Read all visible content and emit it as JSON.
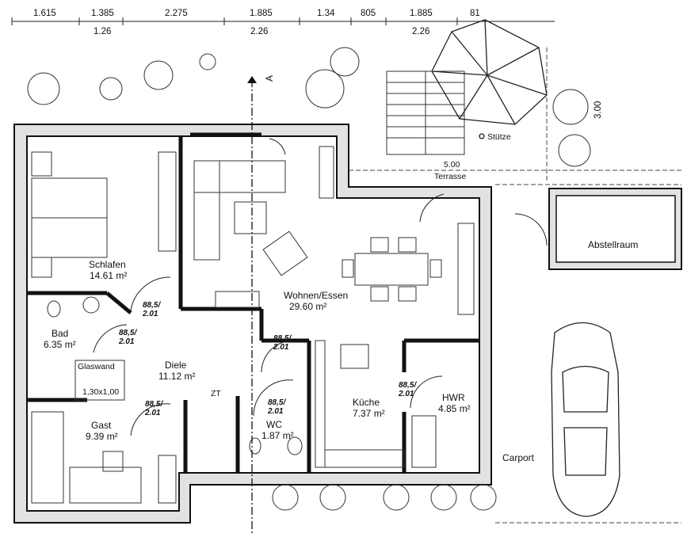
{
  "dimensions": {
    "top": [
      "1.615",
      "1.385",
      "2.275",
      "1.885",
      "1.34",
      "805",
      "1.885",
      "81"
    ],
    "second": [
      "1.26",
      "2.26",
      "2.26"
    ],
    "right_vertical": "3.00",
    "terrace_width": "5.00"
  },
  "section_marker": "A",
  "rooms": {
    "schlafen": {
      "name": "Schlafen",
      "area": "14.61 m²"
    },
    "wohnen": {
      "name": "Wohnen/Essen",
      "area": "29.60 m²"
    },
    "bad": {
      "name": "Bad",
      "area": "6.35 m²"
    },
    "diele": {
      "name": "Diele",
      "area": "11.12 m²"
    },
    "gast": {
      "name": "Gast",
      "area": "9.39 m²"
    },
    "wc": {
      "name": "WC",
      "area": "1.87 m²"
    },
    "kueche": {
      "name": "Küche",
      "area": "7.37 m²"
    },
    "hwr": {
      "name": "HWR",
      "area": "4.85 m²"
    },
    "abstellraum": {
      "name": "Abstellraum"
    },
    "carport": {
      "name": "Carport"
    },
    "terrasse": {
      "name": "Terrasse"
    }
  },
  "labels": {
    "stuetze": "Stütze",
    "glaswand": "Glaswand",
    "glaswand_size": "1,30x1,00",
    "zt": "ZT"
  },
  "door_size": {
    "top": "88,5/",
    "bottom": "2.01"
  }
}
